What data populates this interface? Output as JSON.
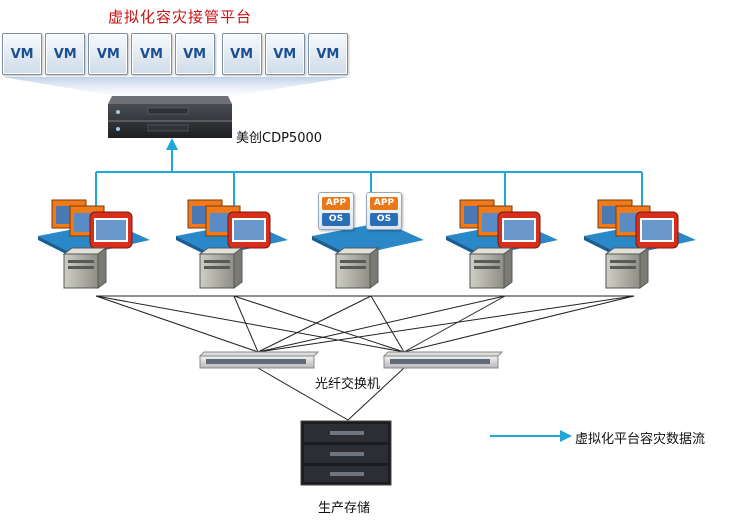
{
  "title": "虚拟化容灾接管平台",
  "vm_tiles": [
    "VM",
    "VM",
    "VM",
    "VM",
    "VM",
    "VM",
    "VM",
    "VM"
  ],
  "cdp_label": "美创CDP5000",
  "host_badges": {
    "app": "APP",
    "os": "OS"
  },
  "fc_switch_label": "光纤交换机",
  "storage_label": "生产存储",
  "legend_label": "虚拟化平台容灾数据流",
  "colors": {
    "title": "#cc1111",
    "flow": "#1ea7d8",
    "app_badge": "#e8781a",
    "os_badge": "#2a6fb5",
    "vm_text": "#1c4f91"
  }
}
